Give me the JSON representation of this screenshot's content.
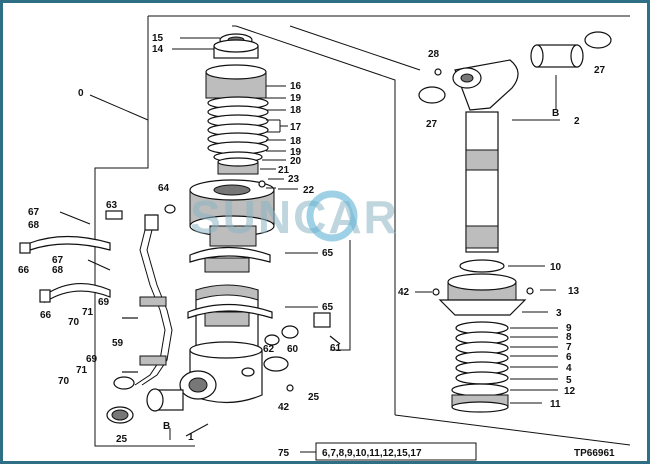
{
  "diagram": {
    "reference_code": "TP66961",
    "watermark": "SUNCAR",
    "kit": {
      "number": "75",
      "contents": "6,7,8,9,10,11,12,15,17"
    },
    "callouts": {
      "c0": "0",
      "c1": "1",
      "c2": "2",
      "c3": "3",
      "c4": "4",
      "c5": "5",
      "c6": "6",
      "c7": "7",
      "c8": "8",
      "c9": "9",
      "c10": "10",
      "c11": "11",
      "c12": "12",
      "c13": "13",
      "c14": "14",
      "c15": "15",
      "c16": "16",
      "c17": "17",
      "c18a": "18",
      "c18b": "18",
      "c19a": "19",
      "c19b": "19",
      "c20": "20",
      "c21": "21",
      "c22": "22",
      "c23": "23",
      "c25a": "25",
      "c25b": "25",
      "c27a": "27",
      "c27b": "27",
      "c28": "28",
      "c42a": "42",
      "c42b": "42",
      "c59": "59",
      "c60": "60",
      "c61": "61",
      "c62": "62",
      "c63": "63",
      "c64": "64",
      "c65a": "65",
      "c65b": "65",
      "c66a": "66",
      "c66b": "66",
      "c67a": "67",
      "c67b": "67",
      "c68a": "68",
      "c68b": "68",
      "c69a": "69",
      "c69b": "69",
      "c70a": "70",
      "c70b": "70",
      "c71a": "71",
      "c71b": "71",
      "bA": "B",
      "bB": "B"
    }
  }
}
